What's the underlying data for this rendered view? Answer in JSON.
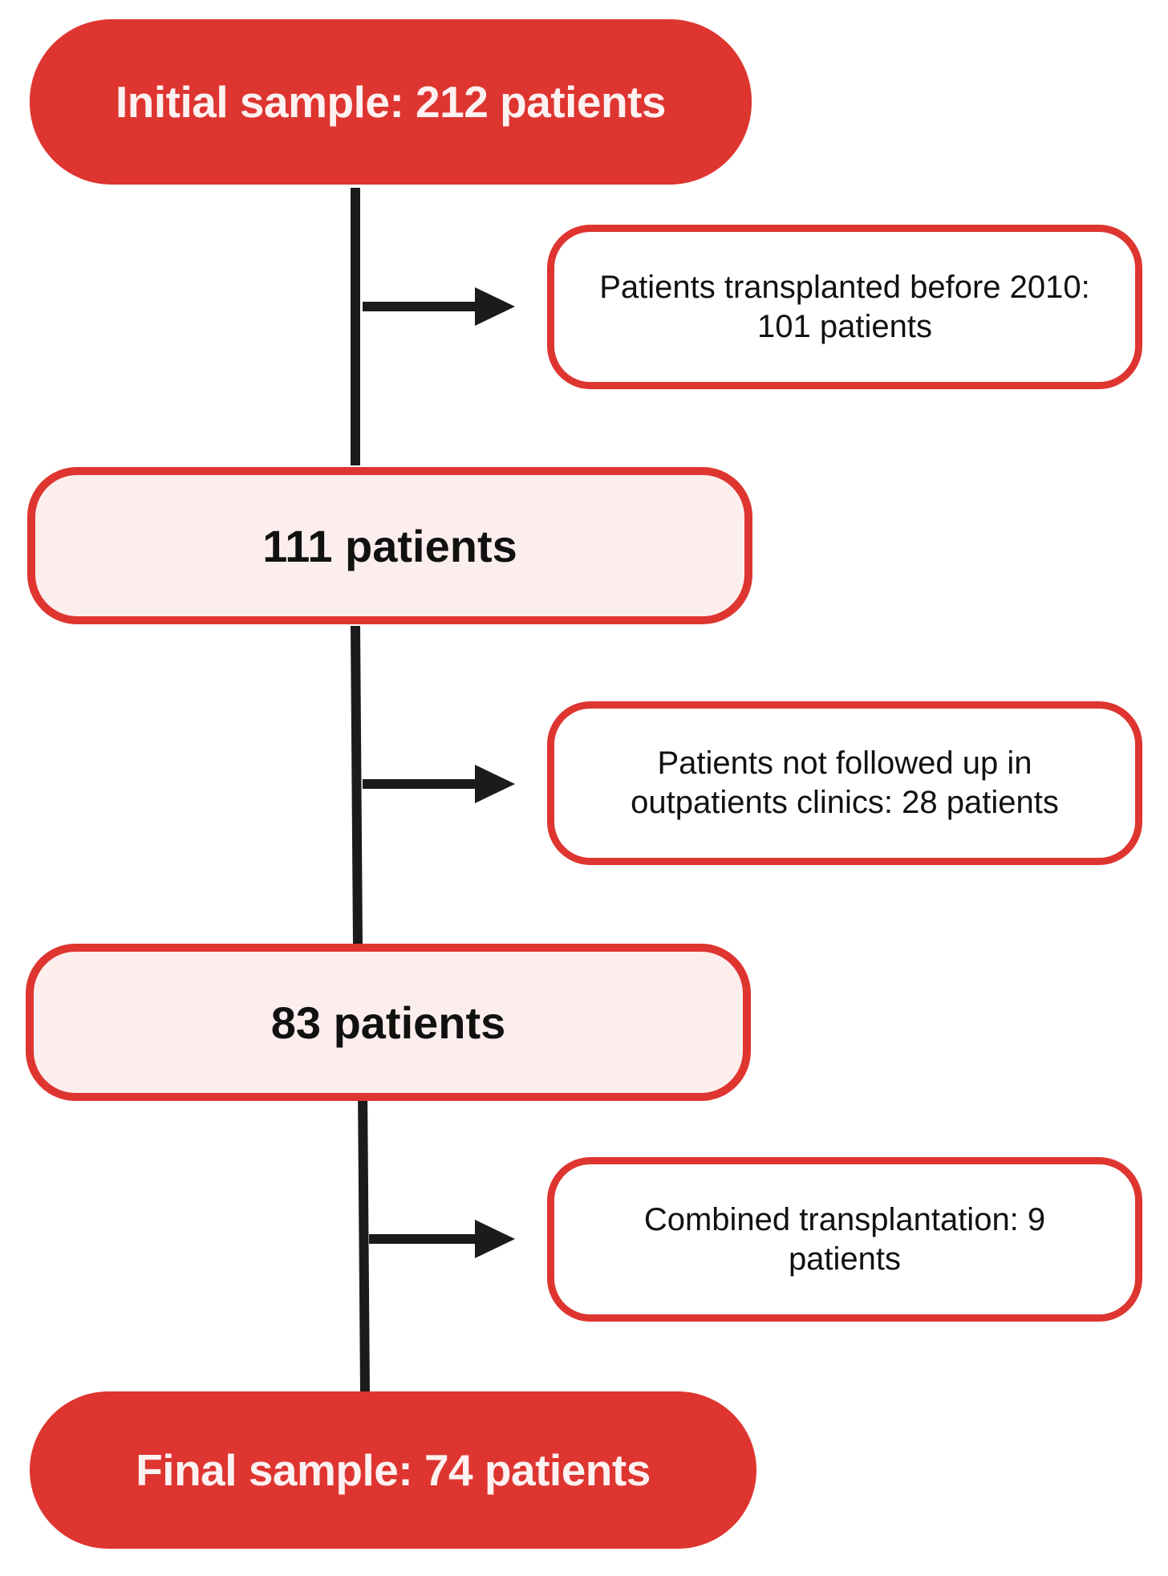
{
  "flowchart": {
    "initial_sample": "Initial sample: 212 patients",
    "exclusion_1": "Patients transplanted before 2010: 101 patients",
    "remaining_1": "111 patients",
    "exclusion_2": "Patients not followed up in outpatients clinics: 28 patients",
    "remaining_2": "83 patients",
    "exclusion_3": "Combined transplantation: 9 patients",
    "final_sample": "Final sample: 74 patients"
  },
  "colors": {
    "accent_red": "#de3530",
    "light_fill": "#fdeeee",
    "line": "#1b1b1b"
  }
}
